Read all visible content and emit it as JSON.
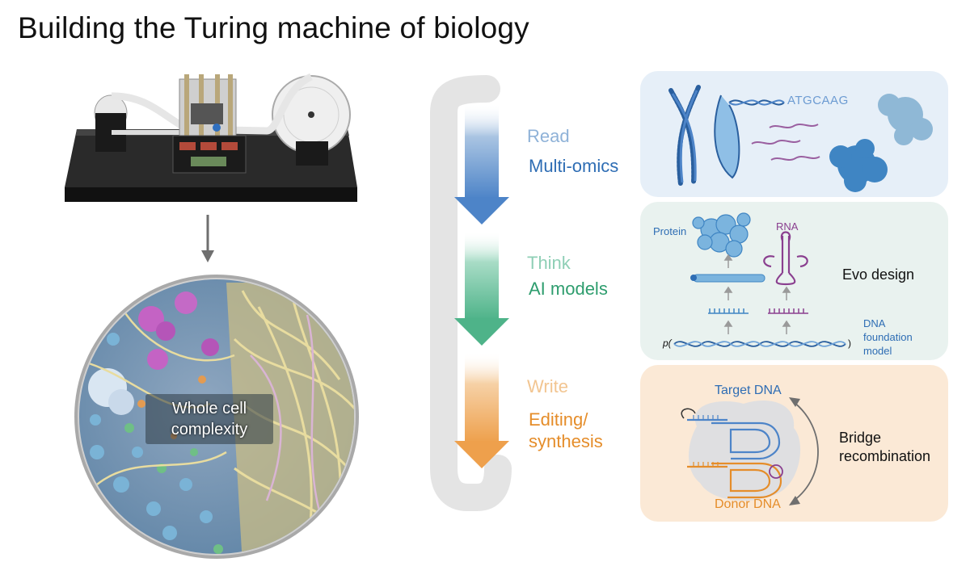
{
  "title": "Building the Turing machine of biology",
  "stages": [
    {
      "label": "Read",
      "sub": "Multi-omics",
      "label_color": "#8fb2d8",
      "sub_color": "#2e6db4"
    },
    {
      "label": "Think",
      "sub": "AI models",
      "label_color": "#8fcfb6",
      "sub_color": "#2e9d6e"
    },
    {
      "label": "Write",
      "sub": "Editing/ synthesis",
      "label_color": "#f2c591",
      "sub_color": "#e58d2a"
    }
  ],
  "cell_label": "Whole cell complexity",
  "read_panel": {
    "sequence": "ATGCAAG"
  },
  "think_panel": {
    "protein": "Protein",
    "rna": "RNA",
    "design": "Evo design",
    "p_symbol": "p(",
    "p_close": ")",
    "foundation": "DNA foundation model"
  },
  "write_panel": {
    "target": "Target DNA",
    "donor": "Donor DNA",
    "bridge": "Bridge recombination"
  },
  "colors": {
    "blue": "#2e6db4",
    "green": "#2e9d6e",
    "orange": "#e58d2a",
    "purple": "#8a3f8f",
    "track": "#e4e4e4"
  }
}
